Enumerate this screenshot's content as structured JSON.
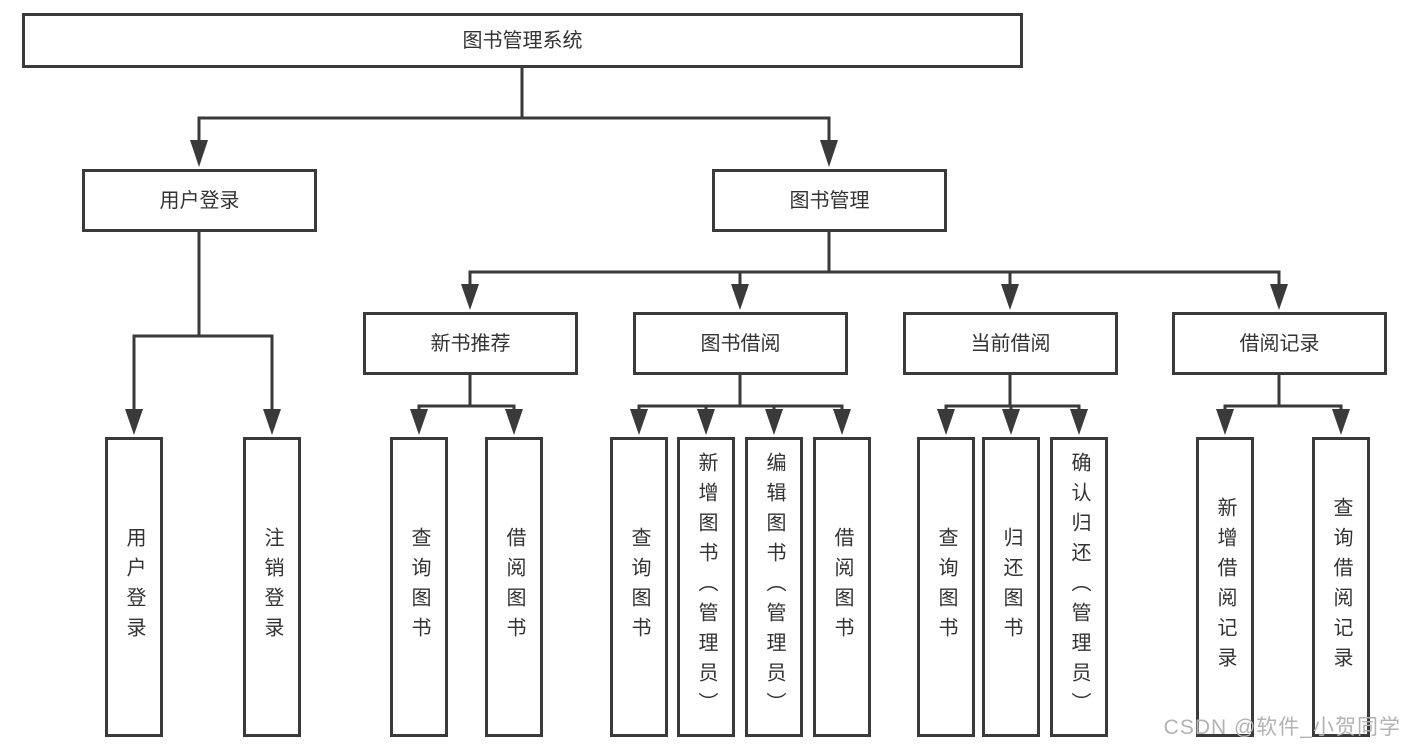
{
  "diagram": {
    "title": "图书管理系统",
    "branches": [
      {
        "label": "用户登录",
        "children": [
          {
            "label": "用户登录"
          },
          {
            "label": "注销登录"
          }
        ]
      },
      {
        "label": "图书管理",
        "children": [
          {
            "label": "新书推荐",
            "children": [
              {
                "label": "查询图书"
              },
              {
                "label": "借阅图书"
              }
            ]
          },
          {
            "label": "图书借阅",
            "children": [
              {
                "label": "查询图书"
              },
              {
                "label": "新增图书（管理员）"
              },
              {
                "label": "编辑图书（管理员）"
              },
              {
                "label": "借阅图书"
              }
            ]
          },
          {
            "label": "当前借阅",
            "children": [
              {
                "label": "查询图书"
              },
              {
                "label": "归还图书"
              },
              {
                "label": "确认归还（管理员）"
              }
            ]
          },
          {
            "label": "借阅记录",
            "children": [
              {
                "label": "新增借阅记录"
              },
              {
                "label": "查询借阅记录"
              }
            ]
          }
        ]
      }
    ]
  },
  "watermark": {
    "text": "CSDN @软件_小贺同学"
  },
  "colors": {
    "line": "#3a3a3a",
    "text": "#333333",
    "background": "#ffffff",
    "watermark": "#b3b3b3"
  }
}
